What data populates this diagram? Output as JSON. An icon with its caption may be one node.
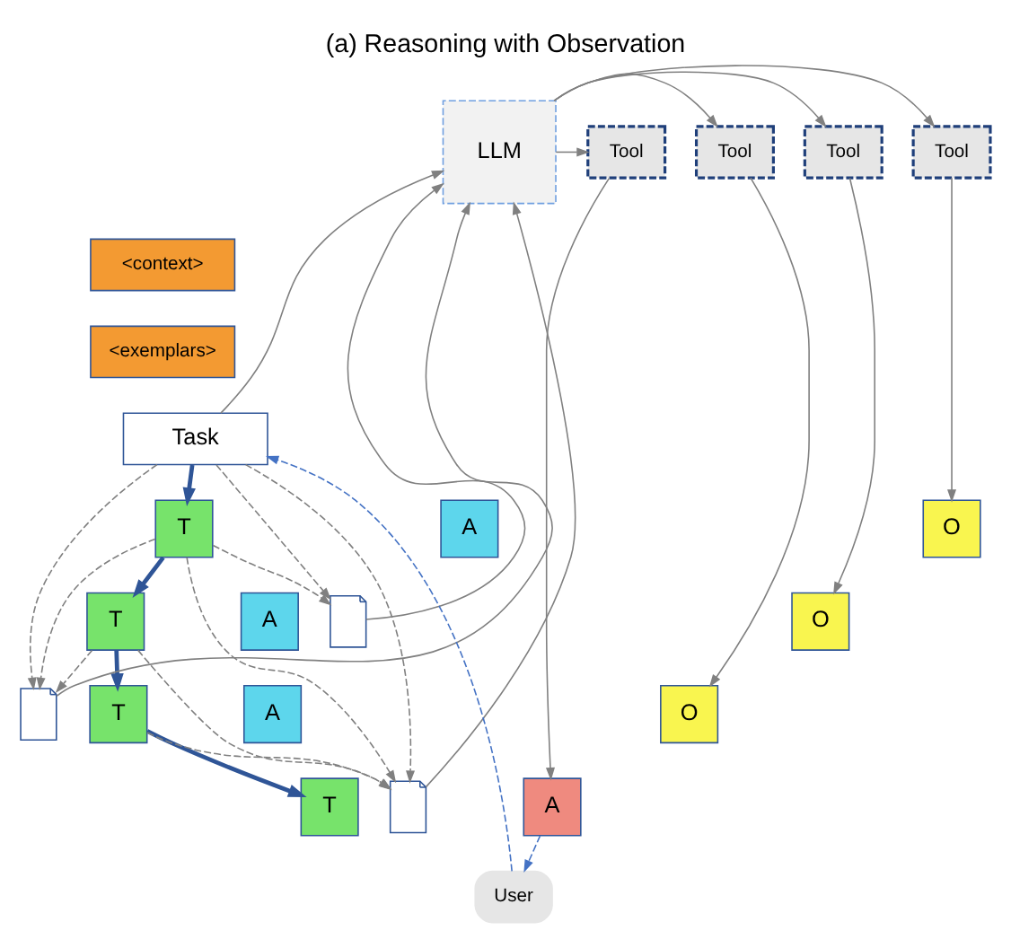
{
  "diagram": {
    "title": "(a) Reasoning with Observation",
    "nodes": [
      {
        "text": [
          "LLM"
        ]
      },
      {
        "text": [
          "Tool"
        ]
      },
      {
        "text": [
          "Tool"
        ]
      },
      {
        "text": [
          "Tool"
        ]
      },
      {
        "text": [
          "Tool"
        ]
      },
      {
        "text": [
          "<context>"
        ]
      },
      {
        "text": [
          "<exemplars>"
        ]
      },
      {
        "text": [
          "Task"
        ]
      },
      {
        "text": [
          "T"
        ]
      },
      {
        "text": [
          "A"
        ]
      },
      {
        "text": [
          "O"
        ]
      },
      {
        "text": [
          "T"
        ]
      },
      {
        "text": [
          "A"
        ]
      },
      {
        "text": [
          "O"
        ]
      },
      {
        "text": [
          "T"
        ]
      },
      {
        "text": [
          "A"
        ]
      },
      {
        "text": [
          "O"
        ]
      },
      {
        "text": [
          "T"
        ]
      },
      {
        "text": [
          "A"
        ]
      },
      {
        "text": [],
        "shape": "document"
      },
      {
        "text": [],
        "shape": "document"
      },
      {
        "text": [],
        "shape": "document"
      },
      {
        "text": [
          "User"
        ]
      }
    ],
    "edges": [
      {
        "from": 0,
        "to": 1,
        "arrow": "to"
      },
      {
        "from": 0,
        "to": 2,
        "arrow": "to"
      },
      {
        "from": 0,
        "to": 3,
        "arrow": "to"
      },
      {
        "from": 0,
        "to": 4,
        "arrow": "to"
      },
      {
        "from": 1,
        "to": 10,
        "arrow": "to"
      },
      {
        "from": 2,
        "to": 13,
        "arrow": "to"
      },
      {
        "from": 3,
        "to": 16,
        "arrow": "to"
      },
      {
        "from": 4,
        "to": 18,
        "arrow": "to"
      },
      {
        "from": 7,
        "to": 0,
        "arrow": "to"
      },
      {
        "from": 19,
        "to": 0,
        "arrow": "to"
      },
      {
        "from": 20,
        "to": 0,
        "arrow": "to"
      },
      {
        "from": 21,
        "to": 0,
        "arrow": "to"
      },
      {
        "from": 7,
        "to": 19,
        "arrow": "to",
        "style": "dashed"
      },
      {
        "from": 7,
        "to": 20,
        "arrow": "to",
        "style": "dashed"
      },
      {
        "from": 7,
        "to": 21,
        "arrow": "to",
        "style": "dashed"
      },
      {
        "from": 8,
        "to": 19,
        "arrow": "to",
        "style": "dashed"
      },
      {
        "from": 8,
        "to": 20,
        "arrow": "to",
        "style": "dashed"
      },
      {
        "from": 8,
        "to": 21,
        "arrow": "to",
        "style": "dashed"
      },
      {
        "from": 11,
        "to": 20,
        "arrow": "to",
        "style": "dashed"
      },
      {
        "from": 11,
        "to": 21,
        "arrow": "to",
        "style": "dashed"
      },
      {
        "from": 14,
        "to": 21,
        "arrow": "to",
        "style": "dashed"
      },
      {
        "from": 7,
        "to": 8,
        "arrow": "to",
        "style": "thick",
        "color": "#2f5597"
      },
      {
        "from": 8,
        "to": 11,
        "arrow": "to",
        "style": "thick",
        "color": "#2f5597"
      },
      {
        "from": 11,
        "to": 14,
        "arrow": "to",
        "style": "thick",
        "color": "#2f5597"
      },
      {
        "from": 14,
        "to": 17,
        "arrow": "to",
        "style": "thick",
        "color": "#2f5597"
      },
      {
        "from": 22,
        "to": 7,
        "arrow": "to",
        "style": "dashed",
        "color": "#4472c4"
      },
      {
        "from": 18,
        "to": 22,
        "arrow": "to",
        "style": "dashed",
        "color": "#4472c4"
      }
    ]
  }
}
